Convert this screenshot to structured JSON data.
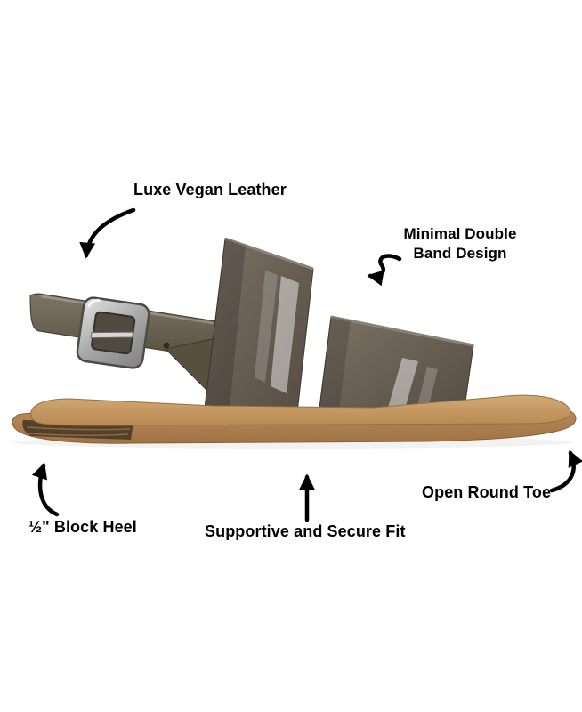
{
  "annotations": {
    "luxe": {
      "label": "Luxe Vegan Leather"
    },
    "double_band": {
      "label": "Minimal Double\nBand Design"
    },
    "open_toe": {
      "label": "Open Round Toe"
    },
    "block_heel": {
      "label": "½\" Block Heel"
    },
    "secure_fit": {
      "label": "Supportive and Secure Fit"
    }
  },
  "illustration": {
    "subject": "double-band-buckle-sandal-side-view"
  },
  "colors": {
    "background": "#ffffff",
    "text": "#000000",
    "arrow": "#000000",
    "strap_main": "#6e6557",
    "strap_dark": "#57503f",
    "strap_edge": "#8b8276",
    "footbed": "#c79a63",
    "sole": "#b8884f",
    "sole_shadowline": "#8a6138",
    "heel_stack": "#4a3a28",
    "buckle_silver": "#c9c9c9",
    "buckle_dark": "#4e4a44"
  }
}
